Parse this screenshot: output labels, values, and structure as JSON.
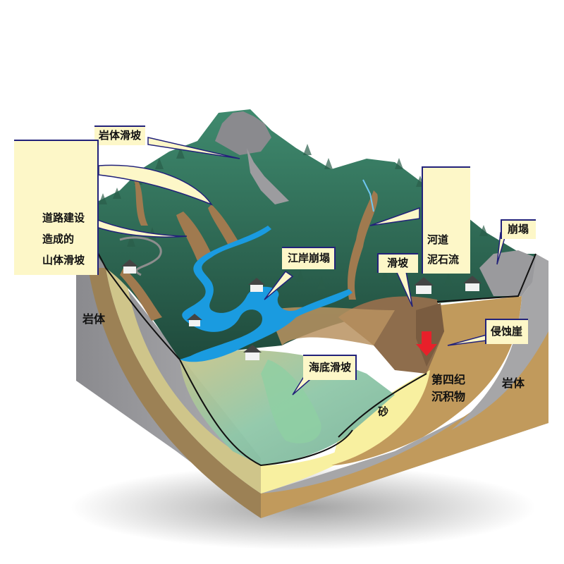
{
  "diagram": {
    "title": "Landslide types cross-section",
    "colors": {
      "forest_dark": "#1f4a3c",
      "forest_mid": "#2f6b55",
      "forest_light": "#3f8a6e",
      "river": "#1a9be0",
      "sediment_brown": "#c19a5c",
      "sand_yellow": "#f8f0a0",
      "rock_gray": "#a3a3a6",
      "sea_water": "#8fc7a8",
      "callout_bg": "#fdf7c8",
      "callout_border": "#22227a",
      "erosion_arrow": "#e8202a"
    },
    "callouts": [
      {
        "id": "rock-slide",
        "text": "岩体滑坡"
      },
      {
        "id": "road-construction-slide",
        "text": "道路建设\n造成的\n山体滑坡"
      },
      {
        "id": "river-debris-flow",
        "text": "河道\n泥石流"
      },
      {
        "id": "collapse",
        "text": "崩塌"
      },
      {
        "id": "riverbank-collapse",
        "text": "江岸崩塌"
      },
      {
        "id": "landslide",
        "text": "滑坡"
      },
      {
        "id": "erosion-cliff",
        "text": "侵蚀崖"
      },
      {
        "id": "submarine-slide",
        "text": "海底滑坡"
      }
    ],
    "layer_labels": [
      {
        "id": "bedrock-left",
        "text": "岩体"
      },
      {
        "id": "bedrock-right",
        "text": "岩体"
      },
      {
        "id": "quaternary-sediment",
        "text": "第四纪\n沉积物"
      },
      {
        "id": "sand",
        "text": "砂"
      }
    ]
  }
}
